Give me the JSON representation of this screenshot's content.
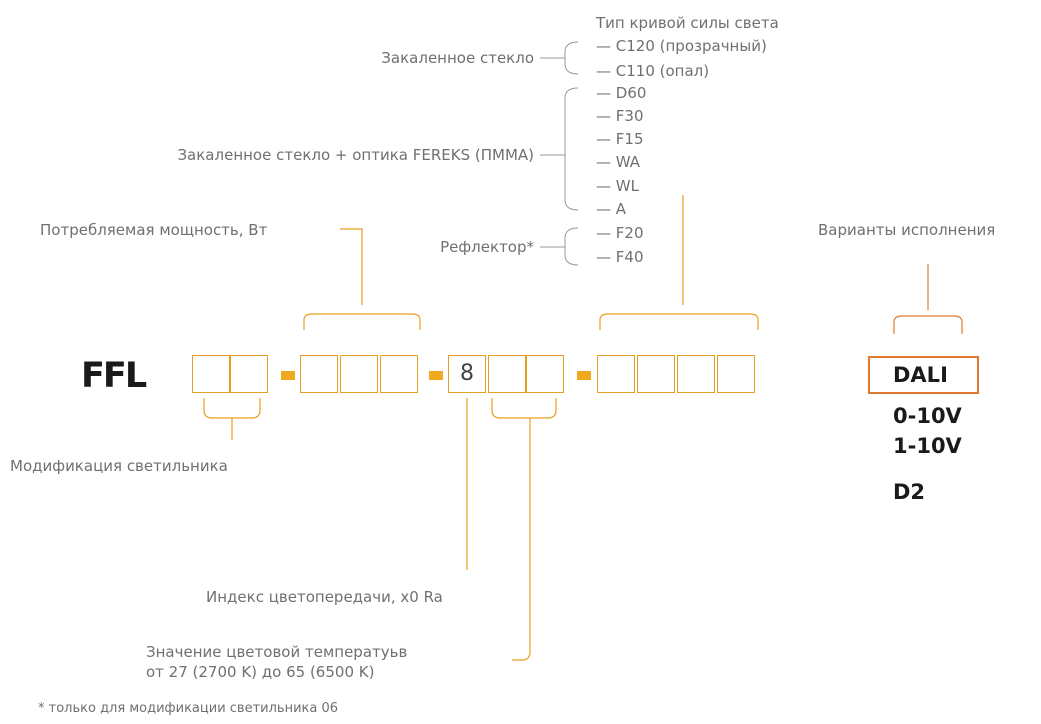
{
  "title_top": "Тип кривой силы света",
  "groups": {
    "glass": "Закаленное стекло",
    "glass_optics": "Закаленное стекло + оптика FEREKS (ПММА)",
    "reflector": "Рефлектор*"
  },
  "options": [
    "— C120 (прозрачный)",
    "— C110 (опал)",
    "— D60",
    "— F30",
    "— F15",
    "— WA",
    "— WL",
    "— A",
    "— F20",
    "— F40"
  ],
  "labels": {
    "power": "Потребляемая мощность, Вт",
    "variants": "Варианты исполнения",
    "modification": "Модификация светильника",
    "cri": "Индекс цветопередачи, x0 Ra",
    "cct_line1": "Значение цветовой температуьв",
    "cct_line2": "от 27 (2700 K) до 65 (6500 K)",
    "footnote": "*  только для модификации светильника 06"
  },
  "code": {
    "prefix": "FFL",
    "cri_digit": "8"
  },
  "variants": [
    "DALI",
    "0-10V",
    "1-10V",
    "D2"
  ],
  "colors": {
    "accent": "#f0a81e",
    "box_border": "#e8a020",
    "dali_border": "#e07a30",
    "text": "#707070"
  }
}
